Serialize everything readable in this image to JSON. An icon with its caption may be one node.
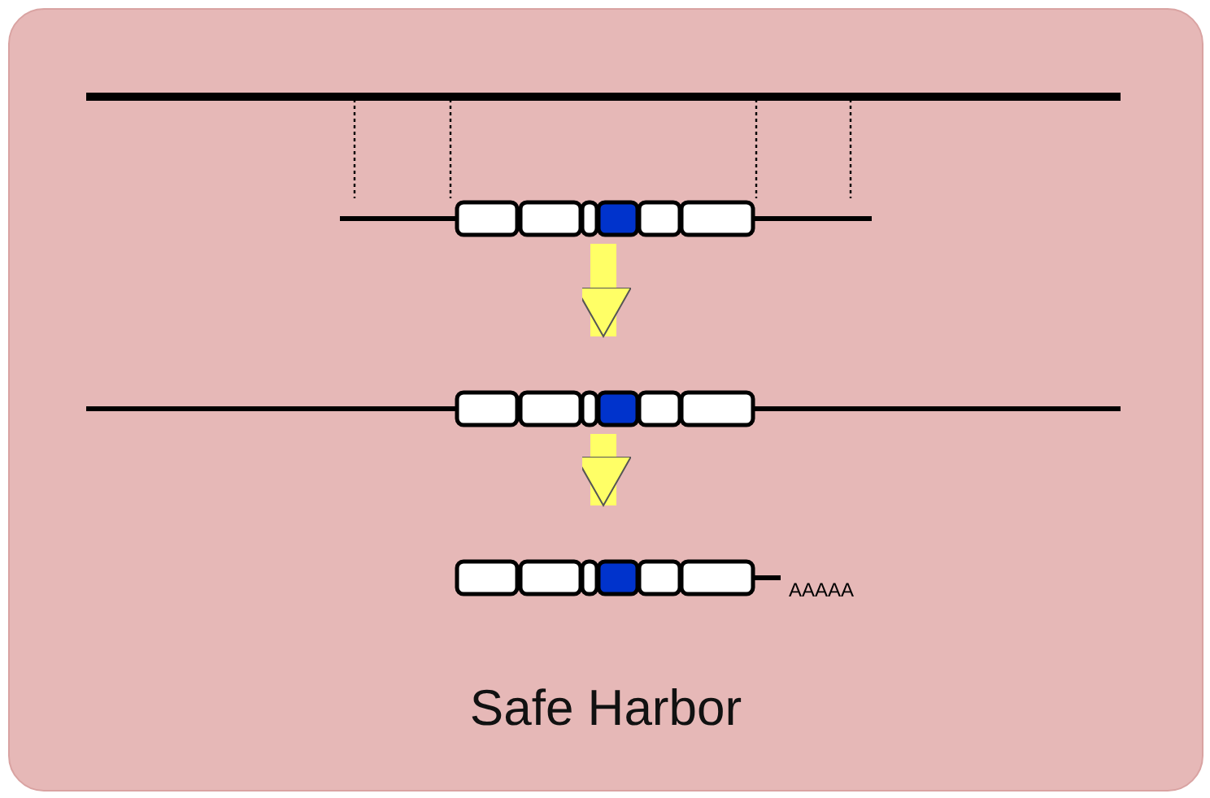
{
  "diagram": {
    "nodes": [
      {
        "text": [
          "Safe Harbor"
        ]
      },
      {
        "text": [],
        "shape": "bar",
        "in": 0
      },
      {
        "text": [],
        "shape": "bar",
        "in": 0
      },
      {
        "text": [],
        "shape": "bar",
        "in": 0
      },
      {
        "text": [],
        "shape": "bar",
        "in": 0,
        "beside": [
          "AAAAA"
        ]
      }
    ],
    "edges": [
      {
        "from": 1,
        "to": 2,
        "arrow": "none",
        "style": "dashed"
      },
      {
        "from": 1,
        "to": 2,
        "arrow": "none",
        "style": "dashed"
      },
      {
        "from": 1,
        "to": 2,
        "arrow": "none",
        "style": "dashed"
      },
      {
        "from": 1,
        "to": 2,
        "arrow": "none",
        "style": "dashed"
      },
      {
        "from": 2,
        "to": 3,
        "arrow": "to",
        "style": "thick",
        "color": "#ffff66"
      },
      {
        "from": 3,
        "to": 4,
        "arrow": "to",
        "style": "thick",
        "color": "#ffff66"
      }
    ]
  }
}
